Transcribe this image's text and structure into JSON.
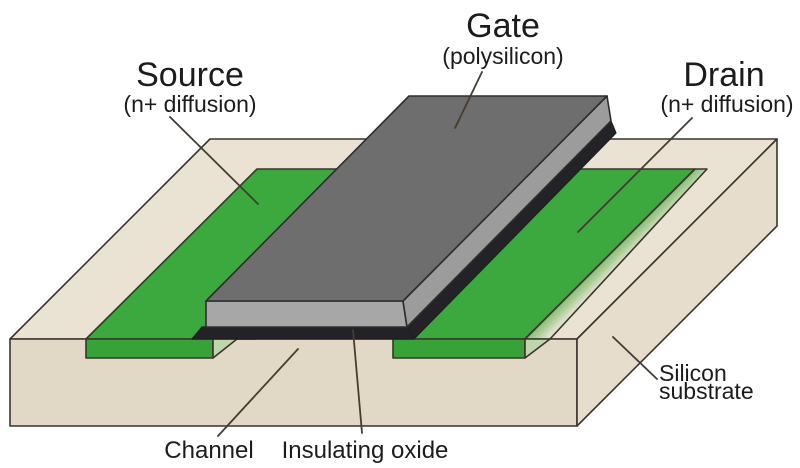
{
  "diagram": {
    "labels": {
      "source": {
        "name": "Source",
        "sub": "(n+ diffusion)"
      },
      "gate": {
        "name": "Gate",
        "sub": "(polysilicon)"
      },
      "drain": {
        "name": "Drain",
        "sub": "(n+ diffusion)"
      },
      "substrate": {
        "line1": "Silicon",
        "line2": "substrate"
      },
      "channel": {
        "name": "Channel"
      },
      "oxide": {
        "name": "Insulating oxide"
      }
    },
    "colors": {
      "background": "#FFFFFF",
      "text": "#1C1C1C",
      "outline": "#3A342C",
      "leader_line": "#453D32",
      "substrate_top": "#EAE2D2",
      "substrate_front": "#E1D8C5",
      "substrate_right": "#E6DDCC",
      "diffusion_top": "#3BA93D",
      "diffusion_front": "#37A238",
      "diffusion_bevel": "#BFD6AB",
      "diffusion_ramp_start": "#82BF72",
      "diffusion_ramp_end": "#DCE1C8",
      "gate_top": "#6E6E6E",
      "gate_front": "#A7A7A7",
      "gate_side": "#9C9C9C",
      "oxide": "#232227"
    }
  }
}
